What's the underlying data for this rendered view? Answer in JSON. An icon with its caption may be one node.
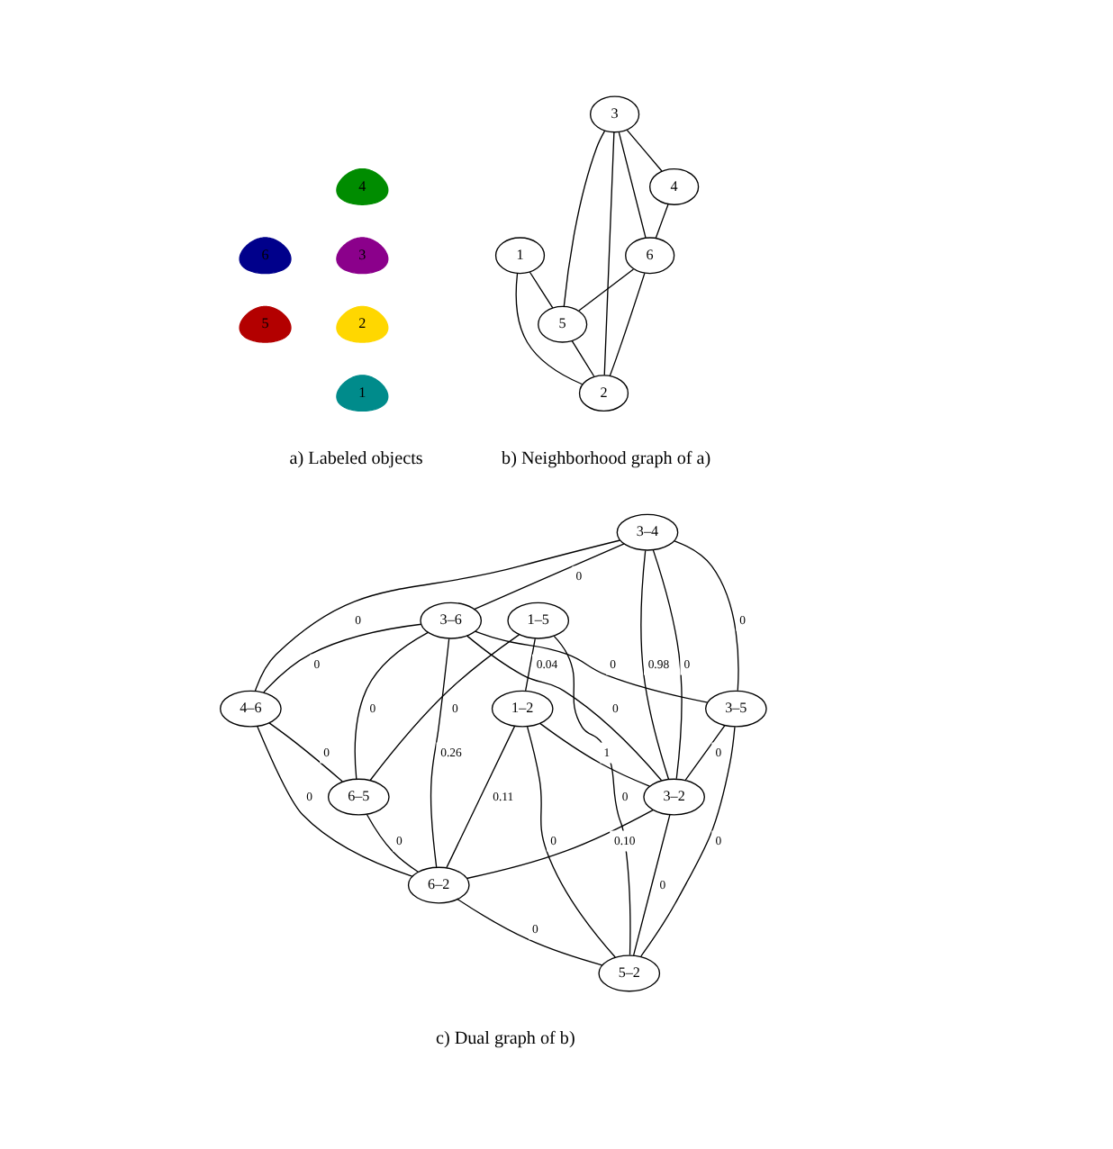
{
  "diagram": {
    "nodes": [
      {
        "text": [
          "4"
        ]
      },
      {
        "text": [
          "6"
        ]
      },
      {
        "text": [
          "3"
        ]
      },
      {
        "text": [
          "2"
        ]
      },
      {
        "text": [
          "5"
        ]
      },
      {
        "text": [
          "1"
        ]
      },
      {
        "text": [
          "3"
        ]
      },
      {
        "text": [
          "4"
        ]
      },
      {
        "text": [
          "1"
        ]
      },
      {
        "text": [
          "6"
        ]
      },
      {
        "text": [
          "5"
        ]
      },
      {
        "text": [
          "2"
        ]
      },
      {
        "text": [
          "3–4"
        ]
      },
      {
        "text": [
          "1–5"
        ]
      },
      {
        "text": [
          "3–6"
        ]
      },
      {
        "text": [
          "1–2"
        ]
      },
      {
        "text": [
          "4–6"
        ]
      },
      {
        "text": [
          "3–5"
        ]
      },
      {
        "text": [
          "6–5"
        ]
      },
      {
        "text": [
          "3–2"
        ]
      },
      {
        "text": [
          "6–2"
        ]
      },
      {
        "text": [
          "5–2"
        ]
      }
    ],
    "edges": [
      {
        "from": 6,
        "to": 7,
        "arrow": "none"
      },
      {
        "from": 6,
        "to": 10,
        "arrow": "none"
      },
      {
        "from": 6,
        "to": 9,
        "arrow": "none"
      },
      {
        "from": 6,
        "to": 11,
        "arrow": "none"
      },
      {
        "from": 7,
        "to": 9,
        "arrow": "none"
      },
      {
        "from": 8,
        "to": 10,
        "arrow": "none"
      },
      {
        "from": 8,
        "to": 11,
        "arrow": "none"
      },
      {
        "from": 9,
        "to": 10,
        "arrow": "none"
      },
      {
        "from": 9,
        "to": 11,
        "arrow": "none"
      },
      {
        "from": 10,
        "to": 11,
        "arrow": "none"
      },
      {
        "from": 12,
        "to": 14,
        "arrow": "none",
        "label": "0"
      },
      {
        "from": 12,
        "to": 16,
        "arrow": "none",
        "label": "0"
      },
      {
        "from": 12,
        "to": 19,
        "arrow": "none",
        "label": "0"
      },
      {
        "from": 12,
        "to": 17,
        "arrow": "none",
        "label": "0"
      },
      {
        "from": 12,
        "to": 19,
        "arrow": "none",
        "label": "0.98"
      },
      {
        "from": 14,
        "to": 16,
        "arrow": "none",
        "label": "0"
      },
      {
        "from": 14,
        "to": 18,
        "arrow": "none",
        "label": "0"
      },
      {
        "from": 14,
        "to": 17,
        "arrow": "none",
        "label": "0"
      },
      {
        "from": 14,
        "to": 19,
        "arrow": "none",
        "label": "0"
      },
      {
        "from": 14,
        "to": 20,
        "arrow": "none",
        "label": "0.26"
      },
      {
        "from": 13,
        "to": 15,
        "arrow": "none",
        "label": "0.04"
      },
      {
        "from": 13,
        "to": 18,
        "arrow": "none",
        "label": "0"
      },
      {
        "from": 13,
        "to": 21,
        "arrow": "none",
        "label": "0"
      },
      {
        "from": 15,
        "to": 19,
        "arrow": "none",
        "label": "1"
      },
      {
        "from": 15,
        "to": 20,
        "arrow": "none",
        "label": "0.11"
      },
      {
        "from": 15,
        "to": 21,
        "arrow": "none",
        "label": "0"
      },
      {
        "from": 16,
        "to": 18,
        "arrow": "none",
        "label": "0"
      },
      {
        "from": 16,
        "to": 20,
        "arrow": "none",
        "label": "0"
      },
      {
        "from": 18,
        "to": 20,
        "arrow": "none",
        "label": "0"
      },
      {
        "from": 17,
        "to": 19,
        "arrow": "none",
        "label": "0"
      },
      {
        "from": 17,
        "to": 21,
        "arrow": "none",
        "label": "0"
      },
      {
        "from": 19,
        "to": 20,
        "arrow": "none",
        "label": "0.10"
      },
      {
        "from": 19,
        "to": 21,
        "arrow": "none",
        "label": "0"
      },
      {
        "from": 20,
        "to": 21,
        "arrow": "none",
        "label": "0"
      }
    ],
    "labels": [
      "a) Labeled objects",
      "b) Neighborhood graph of a)",
      "c) Dual graph of b)"
    ]
  }
}
